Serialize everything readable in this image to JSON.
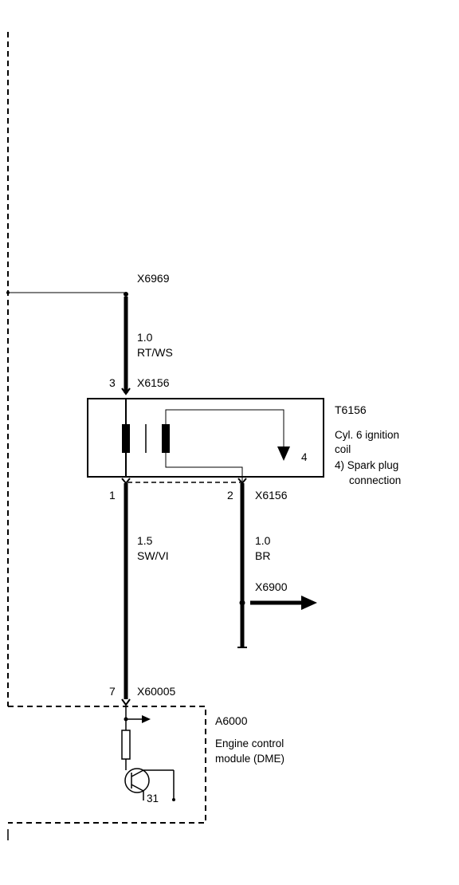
{
  "connectors": {
    "x6969": "X6969",
    "x6156_top": "X6156",
    "x6156_bottom": "X6156",
    "x6900": "X6900",
    "x60005": "X60005"
  },
  "pins": {
    "pin3": "3",
    "pin1": "1",
    "pin2": "2",
    "pin7": "7",
    "pin4": "4",
    "ground31": "31"
  },
  "wires": {
    "top": {
      "size": "1.0",
      "color": "RT/WS"
    },
    "left": {
      "size": "1.5",
      "color": "SW/VI"
    },
    "right": {
      "size": "1.0",
      "color": "BR"
    }
  },
  "components": {
    "coil": {
      "id": "T6156",
      "desc_line1": "Cyl. 6 ignition",
      "desc_line2": "coil",
      "note_line1": "4) Spark plug",
      "note_line2": "connection"
    },
    "ecm": {
      "id": "A6000",
      "desc_line1": "Engine control",
      "desc_line2": "module (DME)"
    }
  }
}
